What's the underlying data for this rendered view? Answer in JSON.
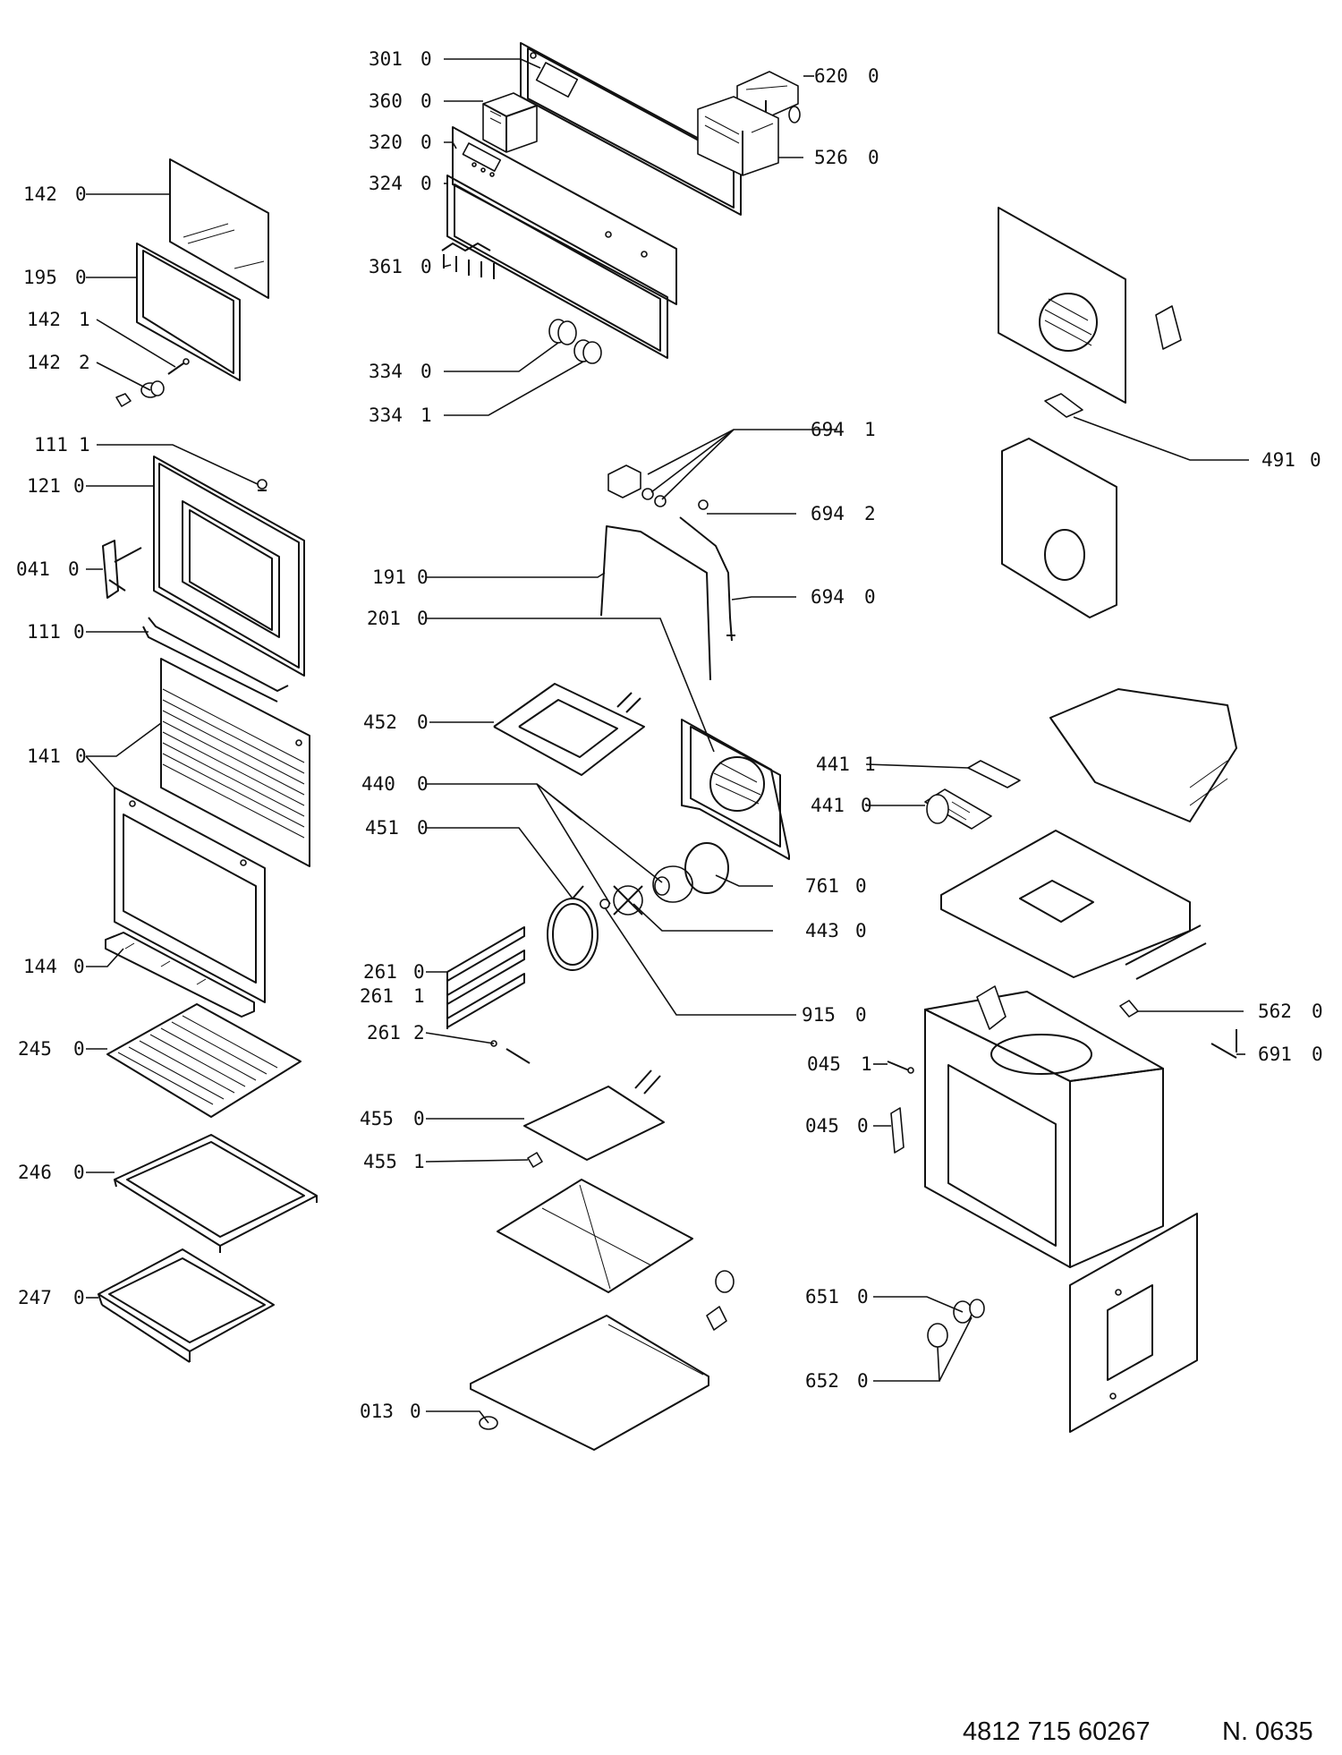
{
  "diagram": {
    "labels": [
      {
        "code": "301",
        "variant": "0"
      },
      {
        "code": "360",
        "variant": "0"
      },
      {
        "code": "320",
        "variant": "0"
      },
      {
        "code": "324",
        "variant": "0"
      },
      {
        "code": "361",
        "variant": "0"
      },
      {
        "code": "334",
        "variant": "0"
      },
      {
        "code": "334",
        "variant": "1"
      },
      {
        "code": "620",
        "variant": "0"
      },
      {
        "code": "526",
        "variant": "0"
      },
      {
        "code": "142",
        "variant": "0"
      },
      {
        "code": "195",
        "variant": "0"
      },
      {
        "code": "142",
        "variant": "1"
      },
      {
        "code": "142",
        "variant": "2"
      },
      {
        "code": "111",
        "variant": "1"
      },
      {
        "code": "121",
        "variant": "0"
      },
      {
        "code": "041",
        "variant": "0"
      },
      {
        "code": "111",
        "variant": "0"
      },
      {
        "code": "141",
        "variant": "0"
      },
      {
        "code": "144",
        "variant": "0"
      },
      {
        "code": "245",
        "variant": "0"
      },
      {
        "code": "246",
        "variant": "0"
      },
      {
        "code": "247",
        "variant": "0"
      },
      {
        "code": "694",
        "variant": "1"
      },
      {
        "code": "694",
        "variant": "2"
      },
      {
        "code": "694",
        "variant": "0"
      },
      {
        "code": "191",
        "variant": "0"
      },
      {
        "code": "201",
        "variant": "0"
      },
      {
        "code": "452",
        "variant": "0"
      },
      {
        "code": "440",
        "variant": "0"
      },
      {
        "code": "451",
        "variant": "0"
      },
      {
        "code": "441",
        "variant": "1"
      },
      {
        "code": "441",
        "variant": "0"
      },
      {
        "code": "761",
        "variant": "0"
      },
      {
        "code": "443",
        "variant": "0"
      },
      {
        "code": "261",
        "variant": "0"
      },
      {
        "code": "261",
        "variant": "1"
      },
      {
        "code": "261",
        "variant": "2"
      },
      {
        "code": "915",
        "variant": "0"
      },
      {
        "code": "455",
        "variant": "0"
      },
      {
        "code": "455",
        "variant": "1"
      },
      {
        "code": "013",
        "variant": "0"
      },
      {
        "code": "491",
        "variant": "0"
      },
      {
        "code": "562",
        "variant": "0"
      },
      {
        "code": "045",
        "variant": "1"
      },
      {
        "code": "691",
        "variant": "0"
      },
      {
        "code": "045",
        "variant": "0"
      },
      {
        "code": "651",
        "variant": "0"
      },
      {
        "code": "652",
        "variant": "0"
      }
    ]
  },
  "footer": {
    "part_number": "4812 715 60267",
    "sheet": "N. 0635"
  }
}
